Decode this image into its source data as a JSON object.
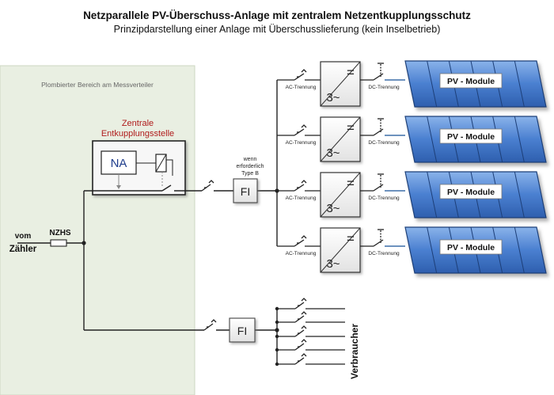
{
  "title": "Netzparallele PV-Überschuss-Anlage mit zentralem Netzentkupplungsschutz",
  "subtitle": "Prinzipdarstellung einer Anlage mit Überschusslieferung  (kein Inselbetrieb)",
  "sealed_area": "Plombierter Bereich am Messverteiler",
  "central": {
    "line1": "Zentrale",
    "line2": "Entkupplungsstelle",
    "na": "NA"
  },
  "meter": {
    "line1": "vom",
    "line2": "Zähler",
    "nzhs": "NZHS"
  },
  "fi_note": {
    "line1": "wenn",
    "line2": "erforderlich",
    "line3": "Type B"
  },
  "fi_label": "FI",
  "inverter_ac": "3~",
  "inverter_dc": "=",
  "ac_trennung": "AC-Trennung",
  "dc_trennung": "DC-Trennung",
  "pv_label": "PV - Module",
  "consumers": "Verbraucher",
  "colors": {
    "sealed_bg": "#e9efe2",
    "central_label": "#b01c1c",
    "pv_fill": "#4a7fd0",
    "na_text": "#1f3d8c",
    "dc_wire": "#3d6fa8"
  }
}
